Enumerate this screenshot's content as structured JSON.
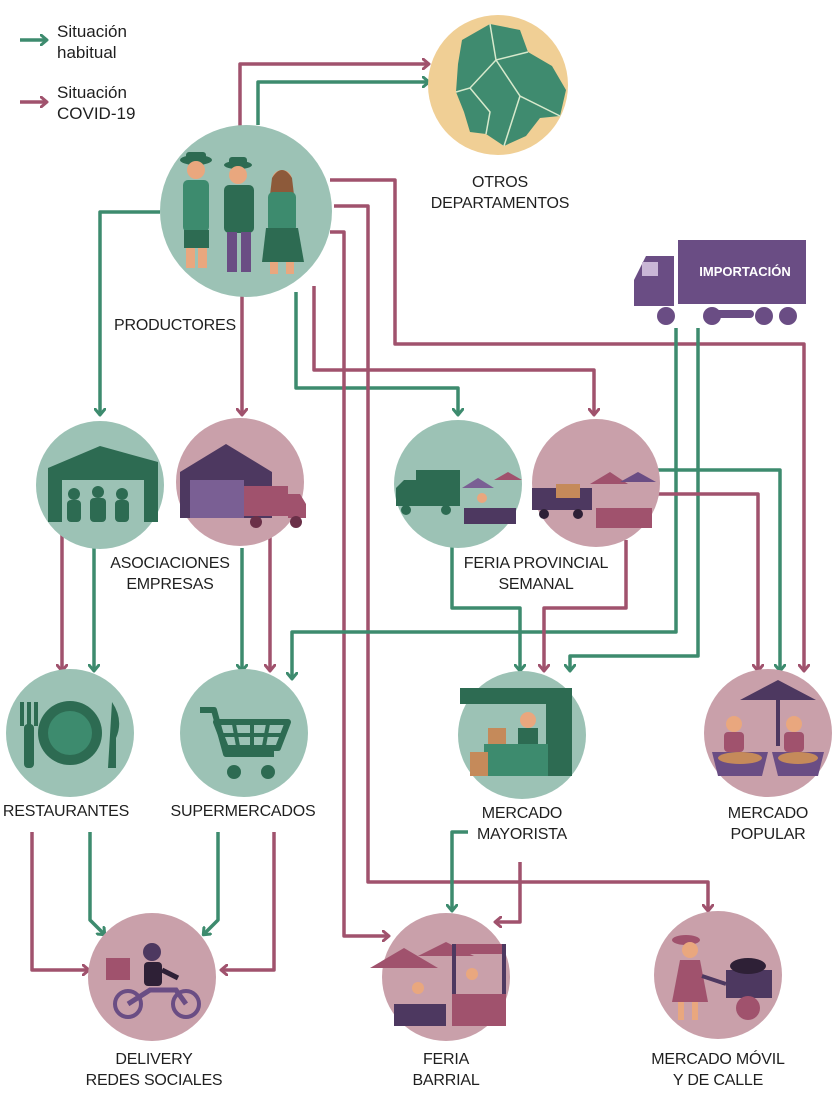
{
  "legend": {
    "habitual": "Situación\nhabitual",
    "covid": "Situación\nCOVID-19",
    "habitual_l1": "Situación",
    "habitual_l2": "habitual",
    "covid_l1": "Situación",
    "covid_l2": "COVID-19"
  },
  "colors": {
    "habitual": "#3d8b6e",
    "covid": "#a0526d",
    "green_bg": "#9cc2b5",
    "pink_bg": "#c9a0aa",
    "dark_green": "#2d6b52",
    "purple": "#6a4d84",
    "dept_bg": "#f0cf95",
    "dept_map": "#3f8b6f"
  },
  "nodes": {
    "otros": {
      "l1": "OTROS",
      "l2": "DEPARTAMENTOS"
    },
    "productores": {
      "l1": "PRODUCTORES"
    },
    "importacion": {
      "l1": "IMPORTACIÓN"
    },
    "asociaciones": {
      "l1": "ASOCIACIONES",
      "l2": "EMPRESAS"
    },
    "feria_provincial": {
      "l1": "FERIA PROVINCIAL",
      "l2": "SEMANAL"
    },
    "restaurantes": {
      "l1": "RESTAURANTES"
    },
    "supermercados": {
      "l1": "SUPERMERCADOS"
    },
    "mercado_mayorista": {
      "l1": "MERCADO",
      "l2": "MAYORISTA"
    },
    "mercado_popular": {
      "l1": "MERCADO",
      "l2": "POPULAR"
    },
    "delivery": {
      "l1": "DELIVERY",
      "l2": "REDES SOCIALES"
    },
    "feria_barrial": {
      "l1": "FERIA",
      "l2": "BARRIAL"
    },
    "mercado_movil": {
      "l1": "MERCADO MÓVIL",
      "l2": "Y DE CALLE"
    }
  },
  "icons": {
    "productores": "farmers-group-icon",
    "otros": "bolivia-map-icon",
    "importacion": "truck-icon",
    "asociaciones_green": "warehouse-people-icon",
    "asociaciones_pink": "warehouse-truck-icon",
    "feria_green": "truck-market-stall-icon",
    "feria_pink": "pickup-market-stall-icon",
    "restaurantes": "plate-cutlery-icon",
    "supermercados": "shopping-cart-icon",
    "mayorista": "wholesale-stall-icon",
    "popular": "umbrella-vendors-icon",
    "delivery": "delivery-motorbike-icon",
    "barrial": "neighborhood-fair-icon",
    "movil": "street-vendor-cart-icon"
  }
}
